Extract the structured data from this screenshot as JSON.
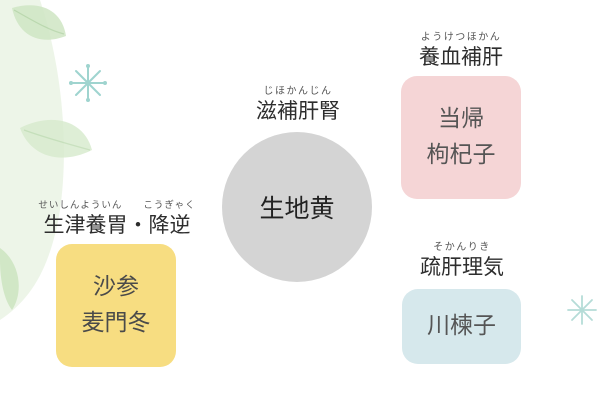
{
  "center": {
    "label": "生地黄"
  },
  "labels": [
    {
      "id": "tonify-liver-kidney",
      "furigana": "じほかんじん",
      "text": "滋補肝腎"
    },
    {
      "id": "nourish-blood-liver",
      "furigana": "ようけつほかん",
      "text": "養血補肝"
    },
    {
      "id": "fluids-stomach-descend",
      "furigana": "せいしんよういん　　こうぎゃく",
      "text": "生津養胃・降逆"
    },
    {
      "id": "soothe-liver-qi",
      "furigana": "そかんりき",
      "text": "疏肝理気"
    }
  ],
  "boxes": [
    {
      "id": "pink",
      "lines": [
        "当帰",
        "枸杞子"
      ]
    },
    {
      "id": "yellow",
      "lines": [
        "沙参",
        "麦門冬"
      ]
    },
    {
      "id": "blue",
      "lines": [
        "川楝子"
      ]
    }
  ],
  "colors": {
    "center_circle": "#d4d4d4",
    "pink_box": "#f5d5d6",
    "yellow_box": "#f7dd81",
    "blue_box": "#d6e8ec",
    "leaf_green": "#cfe6c4",
    "sparkle": "#9fd4cf"
  },
  "decorations": [
    "leaf-icon",
    "sparkle-icon"
  ]
}
